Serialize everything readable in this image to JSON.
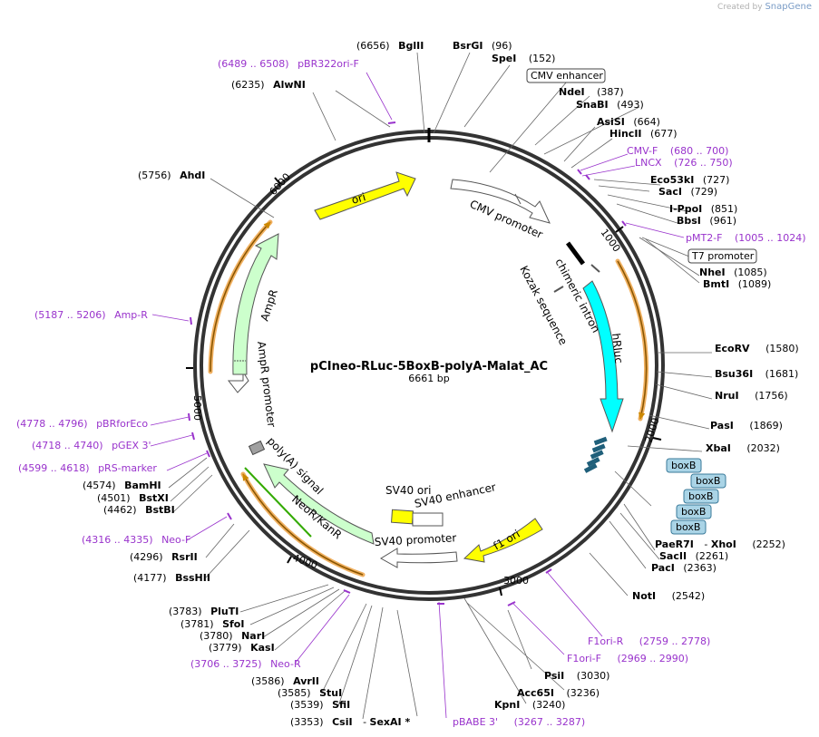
{
  "credit": {
    "prefix": "Created by",
    "brand": "SnapGene"
  },
  "plasmid": {
    "name": "pCIneo-RLuc-5BoxB-polyA-Malat_AC",
    "length": "6661 bp"
  },
  "ticks": [
    "1000",
    "2000",
    "3000",
    "4000",
    "5000",
    "6000"
  ],
  "features": {
    "cmv_promoter": "CMV promoter",
    "chimeric_intron": "chimeric intron",
    "kozak": "Kozak sequence",
    "hrluc": "hRluc",
    "f1_ori": "f1 ori",
    "sv40_promoter": "SV40 promoter",
    "sv40_ori": "SV40 ori",
    "sv40_enhancer": "SV40 enhancer",
    "polya_signal": "poly(A) signal",
    "neor": "NeoR/KanR",
    "ampr_promoter": "AmpR promoter",
    "ampr": "AmpR",
    "ori": "ori",
    "cmv_enhancer": "CMV enhancer",
    "t7_promoter": "T7 promoter",
    "boxb": "boxB"
  },
  "labels": {
    "bglII": {
      "pos": "(6656)",
      "name": "BglII"
    },
    "bsrGI": {
      "name": "BsrGI",
      "pos": "(96)"
    },
    "speI": {
      "name": "SpeI",
      "pos": "(152)"
    },
    "pbr322": {
      "pos": "(6489 .. 6508)",
      "name": "pBR322ori-F"
    },
    "alwNI": {
      "pos": "(6235)",
      "name": "AlwNI"
    },
    "ndeI": {
      "name": "NdeI",
      "pos": "(387)"
    },
    "snaBI": {
      "name": "SnaBI",
      "pos": "(493)"
    },
    "asiSI": {
      "name": "AsiSI",
      "pos": "(664)"
    },
    "hincII": {
      "name": "HincII",
      "pos": "(677)"
    },
    "cmvF": {
      "name": "CMV-F",
      "pos": "(680 .. 700)"
    },
    "lncx": {
      "name": "LNCX",
      "pos": "(726 .. 750)"
    },
    "eco53kI": {
      "name": "Eco53kI",
      "pos": "(727)"
    },
    "sacI": {
      "name": "SacI",
      "pos": "(729)"
    },
    "ahdI": {
      "pos": "(5756)",
      "name": "AhdI"
    },
    "ippoI": {
      "name": "I-PpoI",
      "pos": "(851)"
    },
    "bbsI": {
      "name": "BbsI",
      "pos": "(961)"
    },
    "pmt2F": {
      "name": "pMT2-F",
      "pos": "(1005 .. 1024)"
    },
    "nheI": {
      "name": "NheI",
      "pos": "(1085)"
    },
    "bmtI": {
      "name": "BmtI",
      "pos": "(1089)"
    },
    "ampR_primer": {
      "pos": "(5187 .. 5206)",
      "name": "Amp-R"
    },
    "ecoRV": {
      "name": "EcoRV",
      "pos": "(1580)"
    },
    "bsu36I": {
      "name": "Bsu36I",
      "pos": "(1681)"
    },
    "nruI": {
      "name": "NruI",
      "pos": "(1756)"
    },
    "pasI": {
      "name": "PasI",
      "pos": "(1869)"
    },
    "pbrForEco": {
      "pos": "(4778 .. 4796)",
      "name": "pBRforEco"
    },
    "xbaI": {
      "name": "XbaI",
      "pos": "(2032)"
    },
    "pgex3": {
      "pos": "(4718 .. 4740)",
      "name": "pGEX 3'"
    },
    "prsMarker": {
      "pos": "(4599 .. 4618)",
      "name": "pRS-marker"
    },
    "bamHI": {
      "pos": "(4574)",
      "name": "BamHI"
    },
    "bstXI": {
      "pos": "(4501)",
      "name": "BstXI"
    },
    "bstBI": {
      "pos": "(4462)",
      "name": "BstBI"
    },
    "paeR7I": {
      "name": "PaeR7I",
      "sep": "-",
      "name2": "XhoI",
      "pos": "(2252)"
    },
    "sacII": {
      "name": "SacII",
      "pos": "(2261)"
    },
    "pacI": {
      "name": "PacI",
      "pos": "(2363)"
    },
    "neoF": {
      "pos": "(4316 .. 4335)",
      "name": "Neo-F"
    },
    "rsrII": {
      "pos": "(4296)",
      "name": "RsrII"
    },
    "bssHII": {
      "pos": "(4177)",
      "name": "BssHII"
    },
    "notI": {
      "name": "NotI",
      "pos": "(2542)"
    },
    "pluTI": {
      "pos": "(3783)",
      "name": "PluTI"
    },
    "sfoI": {
      "pos": "(3781)",
      "name": "SfoI"
    },
    "narI": {
      "pos": "(3780)",
      "name": "NarI"
    },
    "kasI": {
      "pos": "(3779)",
      "name": "KasI"
    },
    "f1oriR": {
      "name": "F1ori-R",
      "pos": "(2759 .. 2778)"
    },
    "neoR_primer": {
      "pos": "(3706 .. 3725)",
      "name": "Neo-R"
    },
    "f1oriF": {
      "name": "F1ori-F",
      "pos": "(2969 .. 2990)"
    },
    "avrII": {
      "pos": "(3586)",
      "name": "AvrII"
    },
    "psiI": {
      "name": "PsiI",
      "pos": "(3030)"
    },
    "stuI": {
      "pos": "(3585)",
      "name": "StuI"
    },
    "acc65I": {
      "name": "Acc65I",
      "pos": "(3236)"
    },
    "sfiI": {
      "pos": "(3539)",
      "name": "SfiI"
    },
    "kpnI": {
      "name": "KpnI",
      "pos": "(3240)"
    },
    "csiI": {
      "pos": "(3353)",
      "name": "CsiI",
      "sep": "-",
      "name2": "SexAI *"
    },
    "pbabe3": {
      "name": "pBABE 3'",
      "pos": "(3267 .. 3287)"
    }
  },
  "colors": {
    "backbone": "#333333",
    "promoter_fill": "#ffffff",
    "ori_fill": "#ffff00",
    "cds_fill": "#00ffff",
    "resistance_fill": "#ccffcc",
    "orf_arrow": "#f0b060",
    "boxb_fill": "#aad4e6",
    "primer": "#9933cc"
  }
}
